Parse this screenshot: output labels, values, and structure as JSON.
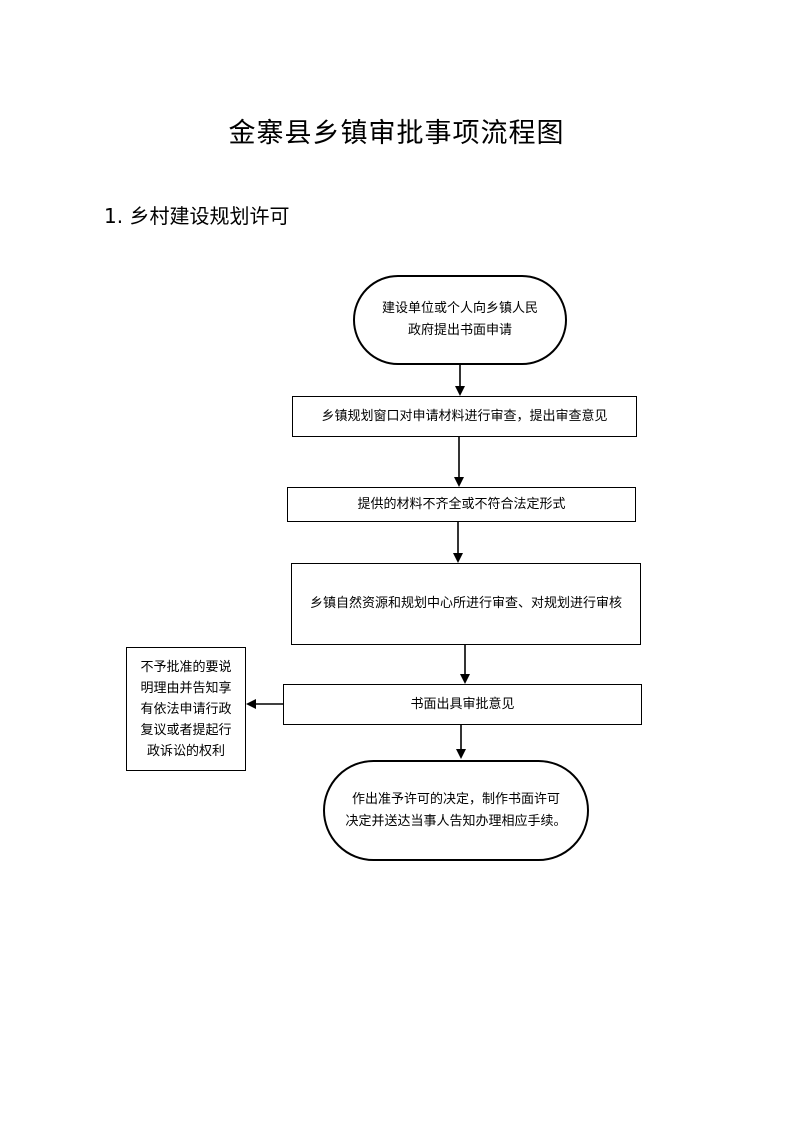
{
  "document": {
    "title": "金寨县乡镇审批事项流程图",
    "section_heading": "1. 乡村建设规划许可"
  },
  "flowchart": {
    "step1": [
      "建设单位或个人向乡镇人民",
      "政府提出书面申请"
    ],
    "step2": "乡镇规划窗口对申请材料进行审查，提出审查意见",
    "step3": "提供的材料不齐全或不符合法定形式",
    "step4": "乡镇自然资源和规划中心所进行审查、对规划进行审核",
    "step5": "书面出具审批意见",
    "step6": [
      "作出准予许可的决定，制作书面许可",
      "决定并送达当事人告知办理相应手续。"
    ],
    "rejection": [
      "不予批准的要说",
      "明理由并告知享",
      "有依法申请行政",
      "复议或者提起行",
      "政诉讼的权利"
    ]
  }
}
